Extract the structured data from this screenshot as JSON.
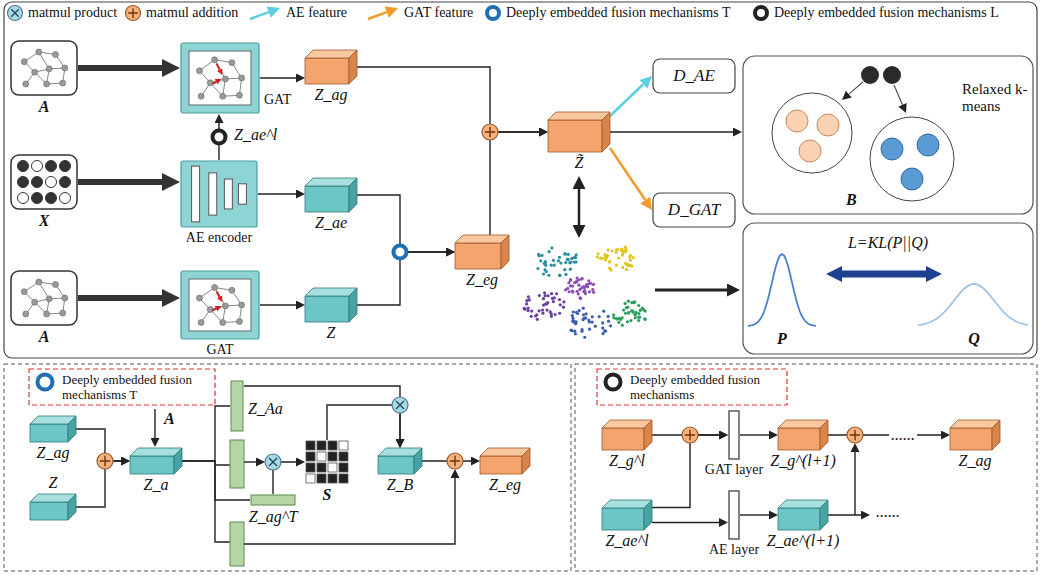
{
  "diagram": {
    "nodes": [
      {
        "text": [
          "A"
        ]
      },
      {
        "text": [
          "X"
        ]
      },
      {
        "text": [
          "A"
        ]
      },
      {
        "text": [
          "GAT"
        ]
      },
      {
        "text": [
          "AE encoder"
        ]
      },
      {
        "text": [
          "GAT"
        ]
      },
      {
        "text": [
          "Z_ag"
        ]
      },
      {
        "text": [
          "Z_ae"
        ]
      },
      {
        "text": [
          "Z"
        ]
      },
      {
        "text": [
          "Z_eg"
        ]
      },
      {
        "text": [
          "Z̃"
        ]
      },
      {
        "text": [
          "D_AE"
        ]
      },
      {
        "text": [
          "D_GAT"
        ]
      },
      {
        "text": [
          "Relaxed k-means",
          "B"
        ]
      },
      {
        "text": [
          "L=KL(P||Q)",
          "P",
          "Q"
        ]
      },
      {
        "text": [
          "Deeply embedded fusion mechanisms T"
        ]
      },
      {
        "text": [
          "Z_ag"
        ]
      },
      {
        "text": [
          "Z"
        ]
      },
      {
        "text": [
          "Z_a"
        ]
      },
      {
        "text": [
          "Z_Aa"
        ]
      },
      {
        "text": [
          "Z_ag^T"
        ]
      },
      {
        "text": [
          "S"
        ]
      },
      {
        "text": [
          "Z_B"
        ]
      },
      {
        "text": [
          "Z_eg"
        ]
      },
      {
        "text": [
          "Deeply embedded fusion mechanisms"
        ]
      },
      {
        "text": [
          "Z_g^l"
        ]
      },
      {
        "text": [
          "Z_ae^l"
        ]
      },
      {
        "text": [
          "GAT layer"
        ]
      },
      {
        "text": [
          "AE layer"
        ]
      },
      {
        "text": [
          "Z_g^(l+1)"
        ]
      },
      {
        "text": [
          "Z_ae^(l+1)"
        ]
      },
      {
        "text": [
          "Z_ag"
        ]
      }
    ],
    "edges": [
      {
        "from": 0,
        "to": 3,
        "arrow": "to"
      },
      {
        "from": 1,
        "to": 4,
        "arrow": "to"
      },
      {
        "from": 2,
        "to": 5,
        "arrow": "to"
      },
      {
        "from": 4,
        "to": 3,
        "label": "Z_ae^l",
        "arrow": "to"
      },
      {
        "from": 3,
        "to": 6,
        "arrow": "to"
      },
      {
        "from": 4,
        "to": 7,
        "arrow": "to"
      },
      {
        "from": 5,
        "to": 8,
        "arrow": "to"
      },
      {
        "from": 7,
        "to": 9,
        "arrow": "to"
      },
      {
        "from": 8,
        "to": 9,
        "arrow": "to"
      },
      {
        "from": 6,
        "to": 10,
        "arrow": "to"
      },
      {
        "from": 9,
        "to": 10,
        "arrow": "to"
      },
      {
        "from": 10,
        "to": 11,
        "arrow": "to"
      },
      {
        "from": 10,
        "to": 12,
        "arrow": "to"
      },
      {
        "from": 10,
        "to": 13,
        "arrow": "to"
      },
      {
        "from": 16,
        "to": 18,
        "arrow": "to"
      },
      {
        "from": 17,
        "to": 18,
        "arrow": "to"
      },
      {
        "from": 18,
        "to": 19,
        "arrow": "none"
      },
      {
        "from": 18,
        "to": 20,
        "arrow": "none"
      },
      {
        "from": 20,
        "to": 21,
        "arrow": "to"
      },
      {
        "from": 21,
        "to": 22,
        "arrow": "to"
      },
      {
        "from": 19,
        "to": 22,
        "arrow": "to"
      },
      {
        "from": 22,
        "to": 23,
        "arrow": "to"
      },
      {
        "from": 25,
        "to": 27,
        "arrow": "to"
      },
      {
        "from": 26,
        "to": 27,
        "arrow": "to"
      },
      {
        "from": 26,
        "to": 28,
        "arrow": "to"
      },
      {
        "from": 27,
        "to": 29,
        "arrow": "to"
      },
      {
        "from": 28,
        "to": 30,
        "arrow": "to"
      },
      {
        "from": 29,
        "to": 31,
        "label": "......",
        "arrow": "to"
      }
    ],
    "labels": [
      "A",
      "......"
    ],
    "legend": [
      {
        "text": "matmul product"
      },
      {
        "text": "matmul addition"
      },
      {
        "text": "AE feature"
      },
      {
        "text": "GAT feature"
      },
      {
        "text": "Deeply embedded fusion mechanisms T"
      },
      {
        "text": "Deeply embedded fusion mechanisms L"
      }
    ]
  }
}
